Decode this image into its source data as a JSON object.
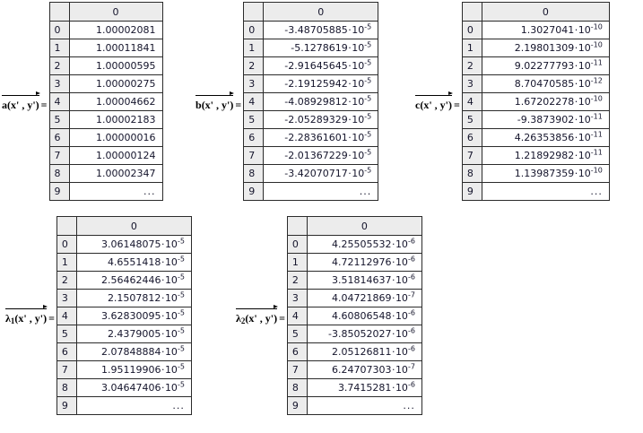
{
  "page": {
    "background": "#ffffff",
    "border_color": "#2b2b2b",
    "header_fill": "#ececec",
    "text_color": "#14142b",
    "column_header": "0",
    "ellipsis": "...",
    "last_index": "9"
  },
  "groups": [
    {
      "id": "a",
      "label_name": "a",
      "label_sub": "",
      "label_args": "(x' , y')",
      "label_eq": "=",
      "rows": [
        {
          "index": "0",
          "mantissa": "1.00002081",
          "exp": ""
        },
        {
          "index": "1",
          "mantissa": "1.00011841",
          "exp": ""
        },
        {
          "index": "2",
          "mantissa": "1.00000595",
          "exp": ""
        },
        {
          "index": "3",
          "mantissa": "1.00000275",
          "exp": ""
        },
        {
          "index": "4",
          "mantissa": "1.00004662",
          "exp": ""
        },
        {
          "index": "5",
          "mantissa": "1.00002183",
          "exp": ""
        },
        {
          "index": "6",
          "mantissa": "1.00000016",
          "exp": ""
        },
        {
          "index": "7",
          "mantissa": "1.00000124",
          "exp": ""
        },
        {
          "index": "8",
          "mantissa": "1.00002347",
          "exp": ""
        }
      ]
    },
    {
      "id": "b",
      "label_name": "b",
      "label_sub": "",
      "label_args": "(x' , y')",
      "label_eq": "=",
      "rows": [
        {
          "index": "0",
          "mantissa": "-3.48705885",
          "exp": "-5"
        },
        {
          "index": "1",
          "mantissa": "-5.1278619",
          "exp": "-5"
        },
        {
          "index": "2",
          "mantissa": "-2.91645645",
          "exp": "-5"
        },
        {
          "index": "3",
          "mantissa": "-2.19125942",
          "exp": "-5"
        },
        {
          "index": "4",
          "mantissa": "-4.08929812",
          "exp": "-5"
        },
        {
          "index": "5",
          "mantissa": "-2.05289329",
          "exp": "-5"
        },
        {
          "index": "6",
          "mantissa": "-2.28361601",
          "exp": "-5"
        },
        {
          "index": "7",
          "mantissa": "-2.01367229",
          "exp": "-5"
        },
        {
          "index": "8",
          "mantissa": "-3.42070717",
          "exp": "-5"
        }
      ]
    },
    {
      "id": "c",
      "label_name": "c",
      "label_sub": "",
      "label_args": "(x' , y')",
      "label_eq": "=",
      "rows": [
        {
          "index": "0",
          "mantissa": "1.3027041",
          "exp": "-10"
        },
        {
          "index": "1",
          "mantissa": "2.19801309",
          "exp": "-10"
        },
        {
          "index": "2",
          "mantissa": "9.02277793",
          "exp": "-11"
        },
        {
          "index": "3",
          "mantissa": "8.70470585",
          "exp": "-12"
        },
        {
          "index": "4",
          "mantissa": "1.67202278",
          "exp": "-10"
        },
        {
          "index": "5",
          "mantissa": "-9.3873902",
          "exp": "-11"
        },
        {
          "index": "6",
          "mantissa": "4.26353856",
          "exp": "-11"
        },
        {
          "index": "7",
          "mantissa": "1.21892982",
          "exp": "-11"
        },
        {
          "index": "8",
          "mantissa": "1.13987359",
          "exp": "-10"
        }
      ]
    },
    {
      "id": "lambda1",
      "label_name": "λ",
      "label_sub": "1",
      "label_args": "(x' , y')",
      "label_eq": "=",
      "rows": [
        {
          "index": "0",
          "mantissa": "3.06148075",
          "exp": "-5"
        },
        {
          "index": "1",
          "mantissa": "4.6551418",
          "exp": "-5"
        },
        {
          "index": "2",
          "mantissa": "2.56462446",
          "exp": "-5"
        },
        {
          "index": "3",
          "mantissa": "2.1507812",
          "exp": "-5"
        },
        {
          "index": "4",
          "mantissa": "3.62830095",
          "exp": "-5"
        },
        {
          "index": "5",
          "mantissa": "2.4379005",
          "exp": "-5"
        },
        {
          "index": "6",
          "mantissa": "2.07848884",
          "exp": "-5"
        },
        {
          "index": "7",
          "mantissa": "1.95119906",
          "exp": "-5"
        },
        {
          "index": "8",
          "mantissa": "3.04647406",
          "exp": "-5"
        }
      ]
    },
    {
      "id": "lambda2",
      "label_name": "λ",
      "label_sub": "2",
      "label_args": "(x' , y')",
      "label_eq": "=",
      "rows": [
        {
          "index": "0",
          "mantissa": "4.25505532",
          "exp": "-6"
        },
        {
          "index": "1",
          "mantissa": "4.72112976",
          "exp": "-6"
        },
        {
          "index": "2",
          "mantissa": "3.51814637",
          "exp": "-6"
        },
        {
          "index": "3",
          "mantissa": "4.04721869",
          "exp": "-7"
        },
        {
          "index": "4",
          "mantissa": "4.60806548",
          "exp": "-6"
        },
        {
          "index": "5",
          "mantissa": "-3.85052027",
          "exp": "-6"
        },
        {
          "index": "6",
          "mantissa": "2.05126811",
          "exp": "-6"
        },
        {
          "index": "7",
          "mantissa": "6.24707303",
          "exp": "-7"
        },
        {
          "index": "8",
          "mantissa": "3.7415281",
          "exp": "-6"
        }
      ]
    }
  ]
}
